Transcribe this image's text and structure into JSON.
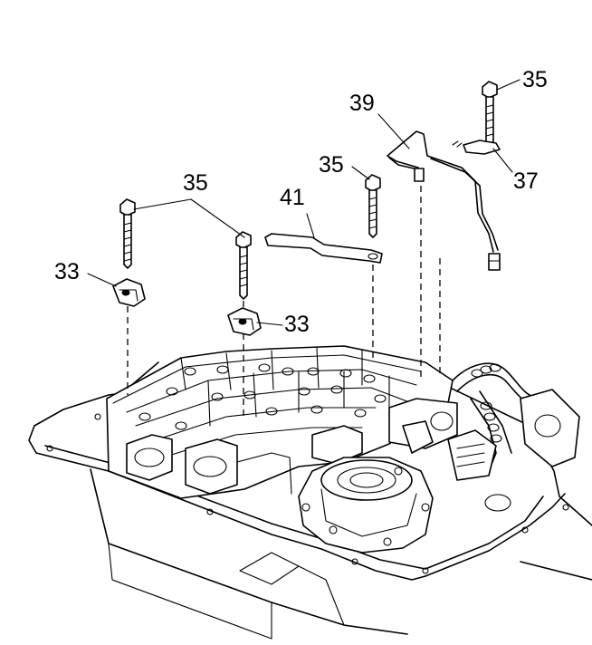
{
  "figure": {
    "callouts": [
      {
        "id": "c-35-top",
        "text": "35"
      },
      {
        "id": "c-39",
        "text": "39"
      },
      {
        "id": "c-37",
        "text": "37"
      },
      {
        "id": "c-35-mid",
        "text": "35"
      },
      {
        "id": "c-41",
        "text": "41"
      },
      {
        "id": "c-35-left",
        "text": "35"
      },
      {
        "id": "c-33-left",
        "text": "33"
      },
      {
        "id": "c-33-right",
        "text": "33"
      }
    ]
  }
}
